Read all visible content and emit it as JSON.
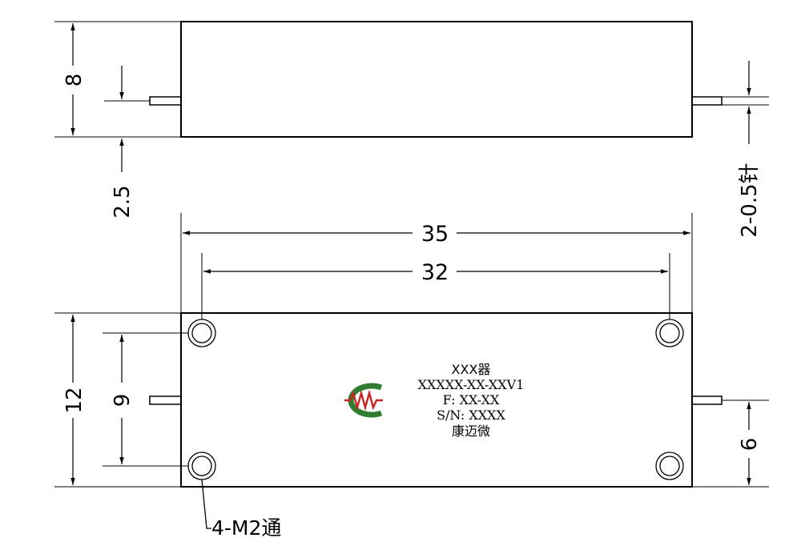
{
  "top_view": {
    "dim_height": "8",
    "dim_pin_offset": "2.5",
    "dim_pin_spec": "2-0.5针"
  },
  "bottom_view": {
    "dim_length": "35",
    "dim_hole_spacing": "32",
    "dim_width": "12",
    "dim_hole_spacing_v": "9",
    "dim_pin_right": "6",
    "hole_callout": "4-M2通"
  },
  "label": {
    "line1": "XXX器",
    "line2": "XXXXX-XX-XXV1",
    "line3": "F: XX-XX",
    "line4": "S/N: XXXX",
    "line5": "康迈微",
    "logo": "company-logo",
    "logo_color": "#cc2222",
    "logo_ring_color": "#2e7d32"
  }
}
